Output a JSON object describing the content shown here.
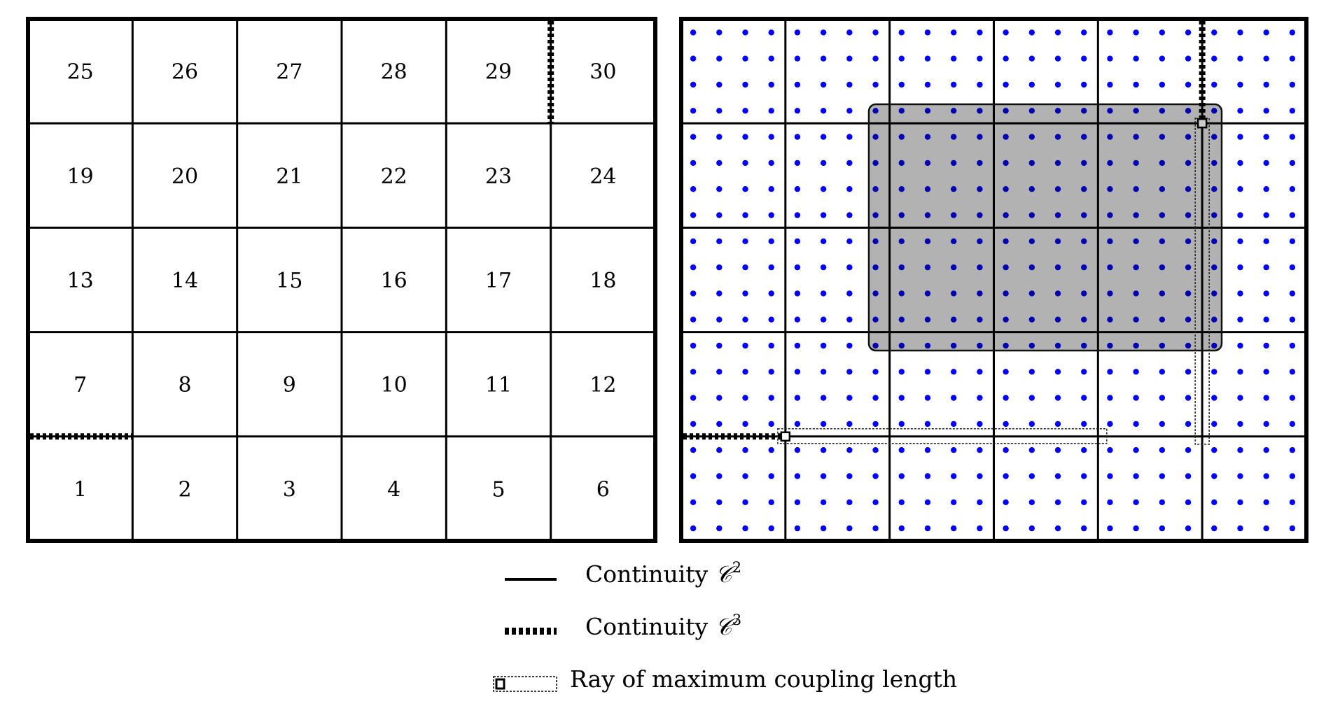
{
  "left_grid": {
    "columns": 6,
    "rows": 5,
    "cell_labels": [
      "1",
      "2",
      "3",
      "4",
      "5",
      "6",
      "7",
      "8",
      "9",
      "10",
      "11",
      "12",
      "13",
      "14",
      "15",
      "16",
      "17",
      "18",
      "19",
      "20",
      "21",
      "22",
      "23",
      "24",
      "25",
      "26",
      "27",
      "28",
      "29",
      "30"
    ]
  },
  "right_grid": {
    "columns": 6,
    "rows": 5,
    "dots_per_cell_side": 4,
    "dot_color": "#0000ff",
    "highlight_color": "#b3b3b3"
  },
  "legend": {
    "c2": {
      "text": "Continuity ",
      "symbol": "𝒞",
      "exp": "2"
    },
    "c3": {
      "text": "Continuity ",
      "symbol": "𝒞",
      "exp": "3"
    },
    "ray": {
      "text": "Ray of maximum coupling length"
    }
  }
}
